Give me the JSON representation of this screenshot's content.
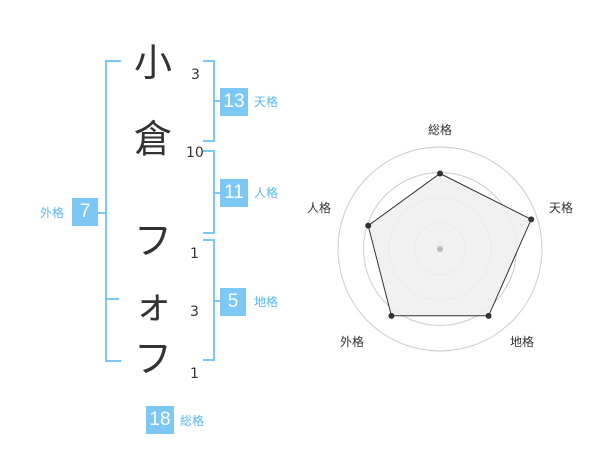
{
  "name_chars": [
    {
      "char": "小",
      "strokes": "3"
    },
    {
      "char": "倉",
      "strokes": "10"
    },
    {
      "char": "フ",
      "strokes": "1"
    },
    {
      "char": "ォ",
      "strokes": "3"
    },
    {
      "char": "フ",
      "strokes": "1"
    }
  ],
  "kaku": {
    "tenkaku": {
      "value": "13",
      "label": "天格"
    },
    "jinkaku": {
      "value": "11",
      "label": "人格"
    },
    "chikaku": {
      "value": "5",
      "label": "地格"
    },
    "gaikaku": {
      "value": "7",
      "label": "外格"
    },
    "soukaku": {
      "value": "18",
      "label": "総格"
    }
  },
  "chart_data": {
    "type": "radar",
    "axes": [
      "総格",
      "天格",
      "地格",
      "外格",
      "人格"
    ],
    "values": [
      0.74,
      0.94,
      0.81,
      0.81,
      0.74
    ],
    "rings": 4,
    "colors": {
      "fill": "#eeeeee",
      "line": "#333333",
      "ring": "#cccccc",
      "center": "#bbbbbb"
    }
  },
  "colors": {
    "accent": "#7cc7f4",
    "label": "#5bb7ee",
    "text": "#333333"
  }
}
